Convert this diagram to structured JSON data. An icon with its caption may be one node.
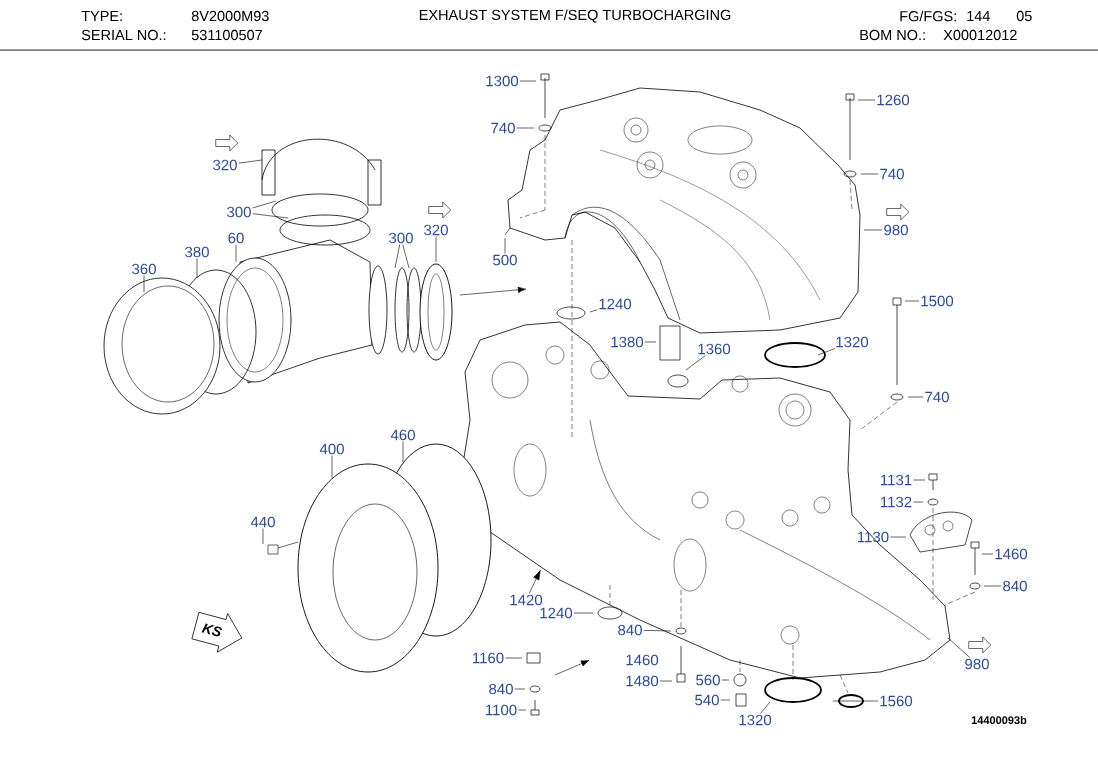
{
  "diagram": {
    "title": "EXHAUST SYSTEM F/SEQ TURBOCHARGING",
    "nodes": [
      {
        "text": [
          "1300"
        ]
      },
      {
        "text": [
          "740"
        ]
      },
      {
        "text": [
          "500"
        ]
      },
      {
        "text": [
          "1260"
        ]
      },
      {
        "text": [
          "740"
        ]
      },
      {
        "text": [
          "980"
        ]
      },
      {
        "text": [
          "320"
        ]
      },
      {
        "text": [
          "300"
        ]
      },
      {
        "text": [
          "60"
        ]
      },
      {
        "text": [
          "380"
        ]
      },
      {
        "text": [
          "360"
        ]
      },
      {
        "text": [
          "300"
        ]
      },
      {
        "text": [
          "320"
        ]
      },
      {
        "text": [
          "1240"
        ]
      },
      {
        "text": [
          "1380"
        ]
      },
      {
        "text": [
          "1360"
        ]
      },
      {
        "text": [
          "1320"
        ]
      },
      {
        "text": [
          "1500"
        ]
      },
      {
        "text": [
          "740"
        ]
      },
      {
        "text": [
          "400"
        ]
      },
      {
        "text": [
          "460"
        ]
      },
      {
        "text": [
          "440"
        ]
      },
      {
        "text": [
          "1131"
        ]
      },
      {
        "text": [
          "1132"
        ]
      },
      {
        "text": [
          "1130"
        ]
      },
      {
        "text": [
          "1460"
        ]
      },
      {
        "text": [
          "840"
        ]
      },
      {
        "text": [
          "1420"
        ]
      },
      {
        "text": [
          "1240"
        ]
      },
      {
        "text": [
          "840"
        ]
      },
      {
        "text": [
          "1460"
        ]
      },
      {
        "text": [
          "1480"
        ]
      },
      {
        "text": [
          "1160"
        ]
      },
      {
        "text": [
          "840"
        ]
      },
      {
        "text": [
          "1100"
        ]
      },
      {
        "text": [
          "560"
        ]
      },
      {
        "text": [
          "540"
        ]
      },
      {
        "text": [
          "1320"
        ]
      },
      {
        "text": [
          "1560"
        ]
      },
      {
        "text": [
          "980"
        ]
      },
      {
        "text": [
          "KS"
        ]
      }
    ],
    "edges": [
      {
        "from": 0,
        "to": null,
        "arrow": "none"
      },
      {
        "from": 1,
        "to": null,
        "arrow": "none"
      },
      {
        "from": 2,
        "to": null,
        "arrow": "none"
      },
      {
        "from": 3,
        "to": null,
        "arrow": "none"
      },
      {
        "from": 4,
        "to": null,
        "arrow": "none"
      },
      {
        "from": 5,
        "to": null,
        "arrow": "none"
      },
      {
        "from": 6,
        "to": null,
        "arrow": "none"
      },
      {
        "from": 7,
        "to": null,
        "arrow": "none"
      },
      {
        "from": 7,
        "to": null,
        "arrow": "none"
      },
      {
        "from": 8,
        "to": null,
        "arrow": "none"
      },
      {
        "from": 9,
        "to": null,
        "arrow": "none"
      },
      {
        "from": 10,
        "to": null,
        "arrow": "none"
      },
      {
        "from": 11,
        "to": null,
        "arrow": "none"
      },
      {
        "from": 11,
        "to": null,
        "arrow": "none"
      },
      {
        "from": 12,
        "to": null,
        "arrow": "none"
      },
      {
        "from": 13,
        "to": null,
        "arrow": "none"
      },
      {
        "from": 14,
        "to": null,
        "arrow": "none"
      },
      {
        "from": 15,
        "to": null,
        "arrow": "none"
      },
      {
        "from": 16,
        "to": null,
        "arrow": "none"
      },
      {
        "from": 17,
        "to": null,
        "arrow": "none"
      },
      {
        "from": 18,
        "to": null,
        "arrow": "none"
      },
      {
        "from": 19,
        "to": null,
        "arrow": "none"
      },
      {
        "from": 20,
        "to": null,
        "arrow": "none"
      },
      {
        "from": 21,
        "to": null,
        "arrow": "none"
      },
      {
        "from": 22,
        "to": null,
        "arrow": "none"
      },
      {
        "from": 23,
        "to": null,
        "arrow": "none"
      },
      {
        "from": 24,
        "to": null,
        "arrow": "none"
      },
      {
        "from": 25,
        "to": null,
        "arrow": "none"
      },
      {
        "from": 26,
        "to": null,
        "arrow": "none"
      },
      {
        "from": 27,
        "to": null,
        "arrow": "to"
      },
      {
        "from": 28,
        "to": null,
        "arrow": "none"
      },
      {
        "from": 29,
        "to": null,
        "arrow": "none"
      },
      {
        "from": 31,
        "to": null,
        "arrow": "none"
      },
      {
        "from": 32,
        "to": null,
        "arrow": "none"
      },
      {
        "from": 33,
        "to": null,
        "arrow": "none"
      },
      {
        "from": 34,
        "to": null,
        "arrow": "none"
      },
      {
        "from": 35,
        "to": null,
        "arrow": "none"
      },
      {
        "from": 36,
        "to": null,
        "arrow": "none"
      },
      {
        "from": 37,
        "to": null,
        "arrow": "none"
      },
      {
        "from": 38,
        "to": null,
        "arrow": "none"
      },
      {
        "from": 39,
        "to": null,
        "arrow": "none"
      }
    ],
    "labels": [
      "TYPE:",
      "8V2000M93",
      "FG/FGS:",
      "144",
      "05",
      "SERIAL NO.:",
      "531100507",
      "BOM NO.:",
      "X00012012",
      "14400093b"
    ]
  }
}
